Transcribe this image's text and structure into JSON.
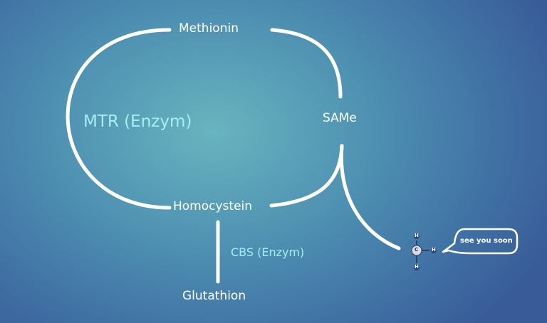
{
  "nodes": {
    "methionin": "Methionin",
    "same": "SAMe",
    "homocystein": "Homocystein",
    "glutathion": "Glutathion"
  },
  "enzymes": {
    "mtr": "MTR (Enzym)",
    "cbs": "CBS (Enzym)"
  },
  "molecule": {
    "center": "C",
    "h_top": "H",
    "h_right": "H",
    "h_bottom": "H"
  },
  "speech_bubble": {
    "text": "see you soon"
  }
}
